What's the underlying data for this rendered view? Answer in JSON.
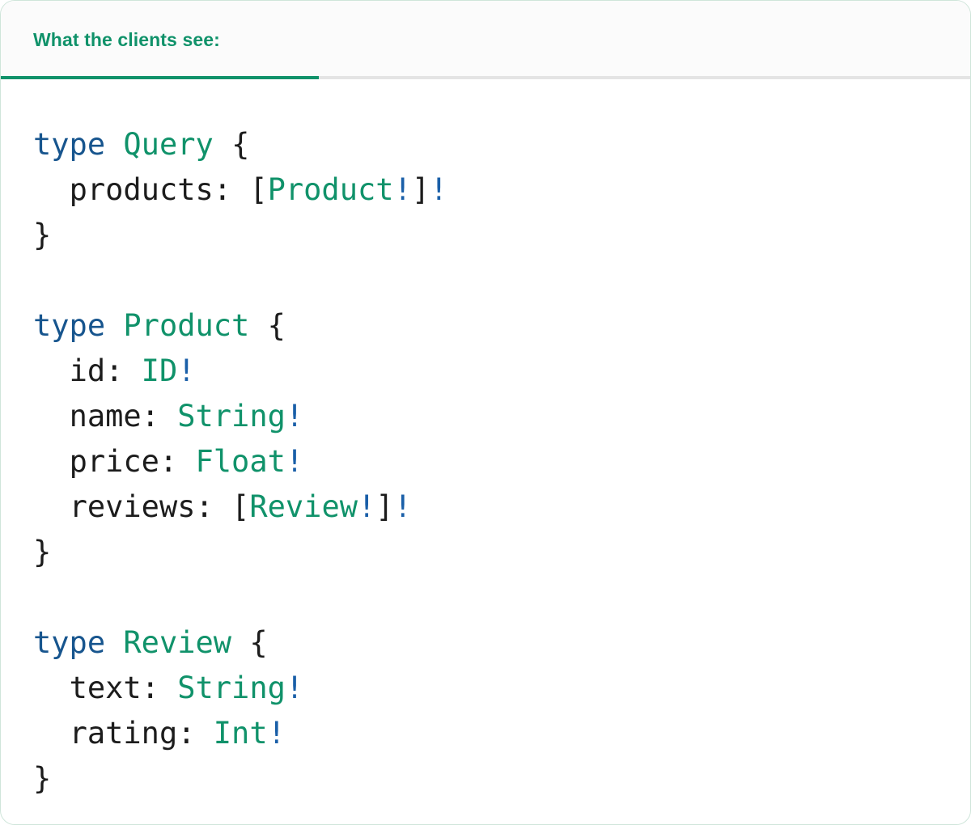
{
  "card": {
    "border_color": "#cfe5da",
    "background": "#ffffff"
  },
  "header": {
    "tab_label": "What the clients see:",
    "accent_color": "#10926a",
    "divider_color": "#e4e4e4",
    "background": "#fbfbfb"
  },
  "colors": {
    "keyword": "#17558e",
    "type_name": "#10926a",
    "field_name": "#1c1c1c",
    "punctuation": "#1c1c1c",
    "non_null_bang": "#1a5fa8"
  },
  "code": {
    "language": "graphql",
    "raw": "type Query {\n  products: [Product!]!\n}\n\ntype Product {\n  id: ID!\n  name: String!\n  price: Float!\n  reviews: [Review!]!\n}\n\ntype Review {\n  text: String!\n  rating: Int!\n}",
    "lines": [
      {
        "tokens": [
          {
            "t": "type",
            "c": "kw"
          },
          {
            "t": " ",
            "c": "plain"
          },
          {
            "t": "Query",
            "c": "type"
          },
          {
            "t": " ",
            "c": "plain"
          },
          {
            "t": "{",
            "c": "punct"
          }
        ]
      },
      {
        "tokens": [
          {
            "t": "  ",
            "c": "plain"
          },
          {
            "t": "products:",
            "c": "field"
          },
          {
            "t": " ",
            "c": "plain"
          },
          {
            "t": "[",
            "c": "punct"
          },
          {
            "t": "Product",
            "c": "type"
          },
          {
            "t": "!",
            "c": "bang"
          },
          {
            "t": "]",
            "c": "punct"
          },
          {
            "t": "!",
            "c": "bang"
          }
        ]
      },
      {
        "tokens": [
          {
            "t": "}",
            "c": "punct"
          }
        ]
      },
      {
        "tokens": []
      },
      {
        "tokens": [
          {
            "t": "type",
            "c": "kw"
          },
          {
            "t": " ",
            "c": "plain"
          },
          {
            "t": "Product",
            "c": "type"
          },
          {
            "t": " ",
            "c": "plain"
          },
          {
            "t": "{",
            "c": "punct"
          }
        ]
      },
      {
        "tokens": [
          {
            "t": "  ",
            "c": "plain"
          },
          {
            "t": "id:",
            "c": "field"
          },
          {
            "t": " ",
            "c": "plain"
          },
          {
            "t": "ID",
            "c": "type"
          },
          {
            "t": "!",
            "c": "bang"
          }
        ]
      },
      {
        "tokens": [
          {
            "t": "  ",
            "c": "plain"
          },
          {
            "t": "name:",
            "c": "field"
          },
          {
            "t": " ",
            "c": "plain"
          },
          {
            "t": "String",
            "c": "type"
          },
          {
            "t": "!",
            "c": "bang"
          }
        ]
      },
      {
        "tokens": [
          {
            "t": "  ",
            "c": "plain"
          },
          {
            "t": "price:",
            "c": "field"
          },
          {
            "t": " ",
            "c": "plain"
          },
          {
            "t": "Float",
            "c": "type"
          },
          {
            "t": "!",
            "c": "bang"
          }
        ]
      },
      {
        "tokens": [
          {
            "t": "  ",
            "c": "plain"
          },
          {
            "t": "reviews:",
            "c": "field"
          },
          {
            "t": " ",
            "c": "plain"
          },
          {
            "t": "[",
            "c": "punct"
          },
          {
            "t": "Review",
            "c": "type"
          },
          {
            "t": "!",
            "c": "bang"
          },
          {
            "t": "]",
            "c": "punct"
          },
          {
            "t": "!",
            "c": "bang"
          }
        ]
      },
      {
        "tokens": [
          {
            "t": "}",
            "c": "punct"
          }
        ]
      },
      {
        "tokens": []
      },
      {
        "tokens": [
          {
            "t": "type",
            "c": "kw"
          },
          {
            "t": " ",
            "c": "plain"
          },
          {
            "t": "Review",
            "c": "type"
          },
          {
            "t": " ",
            "c": "plain"
          },
          {
            "t": "{",
            "c": "punct"
          }
        ]
      },
      {
        "tokens": [
          {
            "t": "  ",
            "c": "plain"
          },
          {
            "t": "text:",
            "c": "field"
          },
          {
            "t": " ",
            "c": "plain"
          },
          {
            "t": "String",
            "c": "type"
          },
          {
            "t": "!",
            "c": "bang"
          }
        ]
      },
      {
        "tokens": [
          {
            "t": "  ",
            "c": "plain"
          },
          {
            "t": "rating:",
            "c": "field"
          },
          {
            "t": " ",
            "c": "plain"
          },
          {
            "t": "Int",
            "c": "type"
          },
          {
            "t": "!",
            "c": "bang"
          }
        ]
      },
      {
        "tokens": [
          {
            "t": "}",
            "c": "punct"
          }
        ]
      }
    ]
  }
}
